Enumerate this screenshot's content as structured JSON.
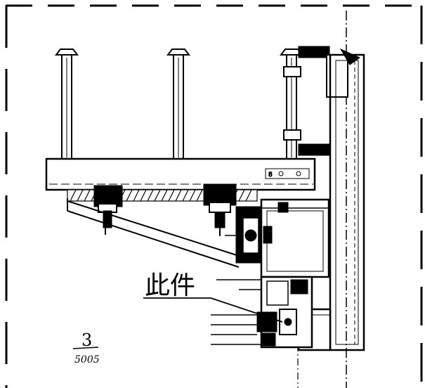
{
  "drawing": {
    "callout_label": "此件",
    "detail_number": "3",
    "sheet_reference": "5005"
  }
}
